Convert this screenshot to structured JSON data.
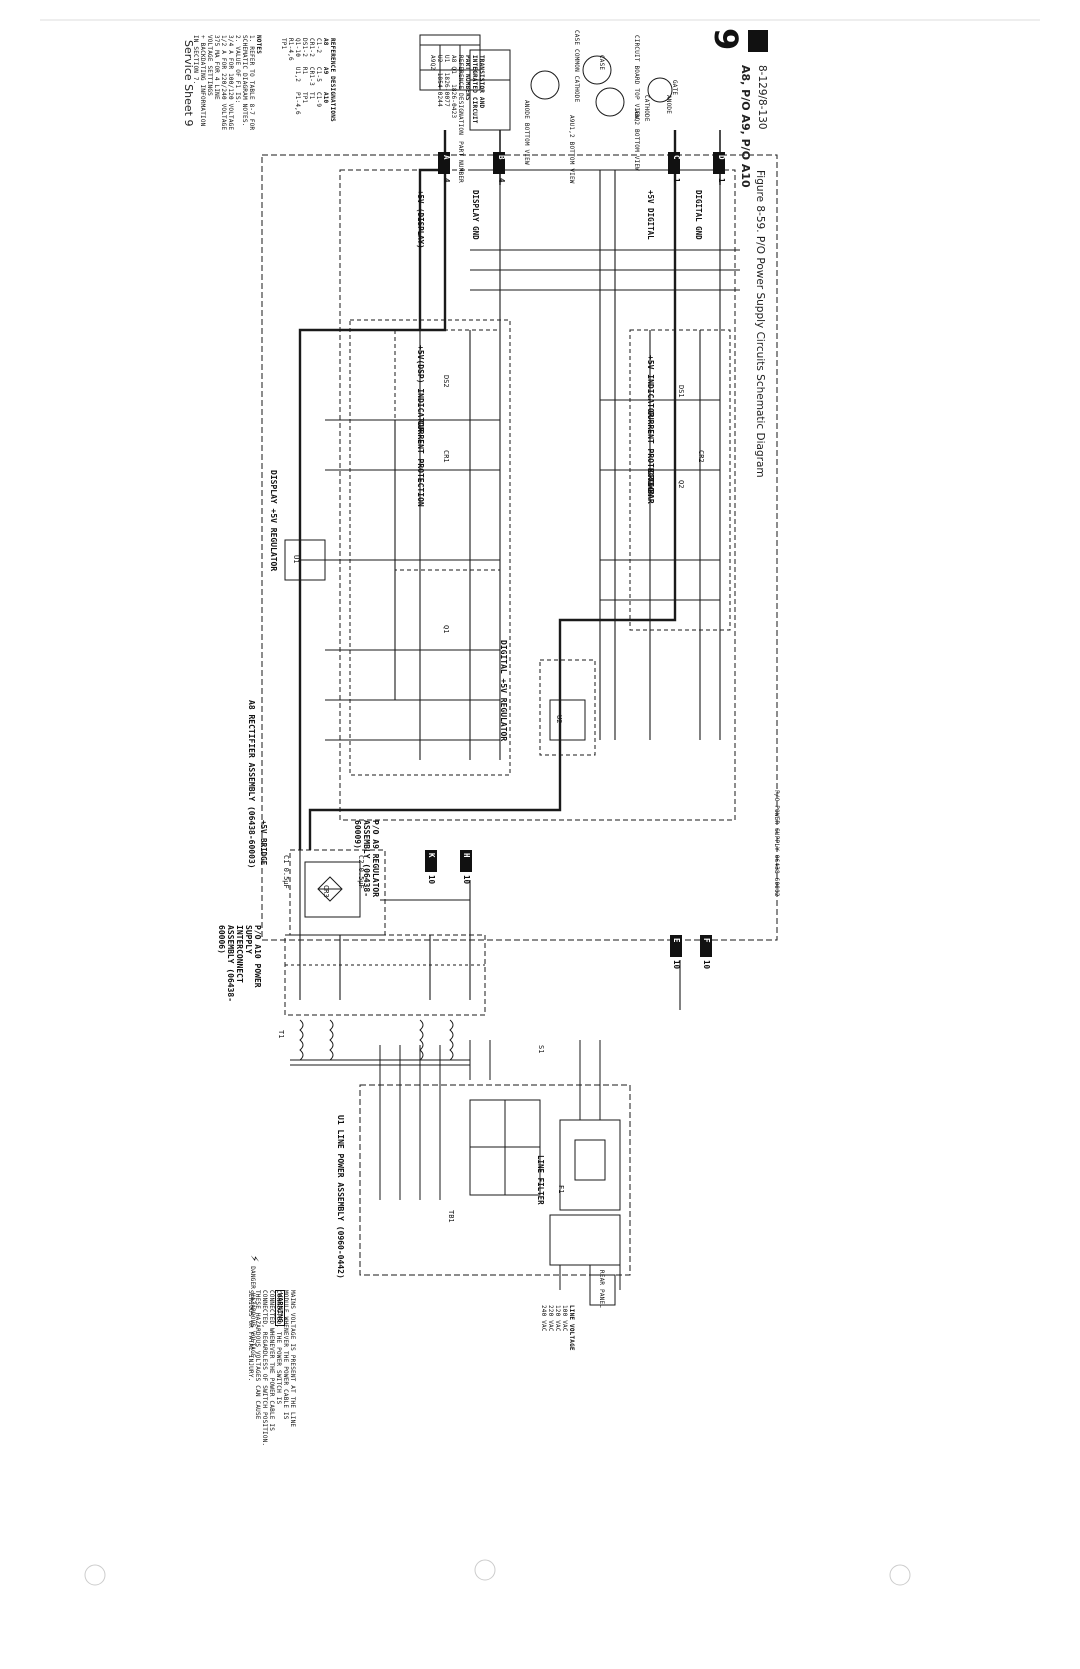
{
  "header": {
    "service_sheet": "Service Sheet 9"
  },
  "footer": {
    "board_title": "A8, P/O A9, P/O A10",
    "figure_caption": "Figure 8-59. P/O Power Supply Circuits Schematic Diagram",
    "figure_number": "8-129/8-130",
    "sheet_number": "9"
  },
  "notes": {
    "title": "NOTES",
    "lines": [
      "1. REFER TO TABLE 8-7 FOR",
      "   SCHEMATIC DIAGRAM NOTES.",
      "2. VALUE OF F1 IS:",
      "   3/4 A FOR 100/120 VOLTAGE",
      "   1/2 A FOR 220/240 VOLTAGE",
      "   375 MA FOR 4 LINE",
      "   VOLTAGE SETTINGS",
      "+ BACKDATING INFORMATION",
      "  IN SECTION 7."
    ]
  },
  "ref_table": {
    "title": "REFERENCE DESIGNATIONS",
    "headers": [
      "A8",
      "A9",
      "A10"
    ],
    "col_a8": [
      "C1-2",
      "CR1-2",
      "DS1-2",
      "Q1-10",
      "R1-4,6",
      "TP1"
    ],
    "col_a9": [
      "C1-5",
      "CR1-3",
      "R1",
      "U1,2"
    ],
    "col_a10": [
      "C1-9",
      "T1",
      "TP1",
      "P1-4,6"
    ]
  },
  "transistor_table": {
    "title": "TRANSISTOR AND INTEGRATED CIRCUIT PART NUMBERS",
    "headers": [
      "REFERENCE DESIGNATION",
      "PART NUMBER"
    ],
    "rows": [
      [
        "A8 Q1",
        "1826-0423"
      ],
      [
        "U1",
        "1826-0077"
      ],
      [
        "U2",
        "1854-0244"
      ],
      [
        "A9Q2",
        ""
      ]
    ]
  },
  "pinouts": {
    "anode_bottom": "ANODE BOTTOM VIEW",
    "case_cathode": "CASE COMMON CATHODE",
    "u1u2": "A9U1,2 BOTTOM VIEW",
    "a8q2": "A8Q2 BOTTOM VIEW",
    "circuit_top": "CIRCUIT BOARD TOP VIEW",
    "gate": "GATE",
    "cathode": "CATHODE",
    "anode": "ANODE",
    "case": "CASE"
  },
  "blocks": {
    "display_reg": "DISPLAY +5V REGULATOR",
    "digital_reg": "DIGITAL +5V REGULATOR",
    "current_prot_1": "CURRENT PROTECTION",
    "current_prot_2": "CURRENT PROTECTION",
    "disp_indicator": "+5V(DSP) INDICATOR",
    "v_indicator": "+5V INDICATOR",
    "crowbar": "CROWBAR",
    "rect_assy": "A8 RECTIFIER ASSEMBLY (06438-60003)",
    "bridge": "+5V BRIDGE",
    "reg_assy": "P/O A9 REGULATOR ASSEMBLY (06438-60009)",
    "interconnect": "P/O A10 POWER SUPPLY INTERCONNECT ASSEMBLY (06438-60006)",
    "line_power": "U1 LINE POWER ASSEMBLY (0960-0442)",
    "line_filter": "LINE FILTER",
    "rear_panel": "REAR PANEL"
  },
  "warning": {
    "danger": "DANGER HAZARDOUS VOLTAGE",
    "title": "WARNING",
    "text": [
      "MAINS VOLTAGE IS PRESENT AT THE LINE",
      "MODULE WHENEVER THE POWER CABLE IS",
      "CONNECTED. THE POWER SWITCH IS",
      "CONNECTED WHENEVER THE POWER CABLE IS",
      "CONNECTED, REGARDLESS OF SWITCH POSITION.",
      "THESE HAZARDOUS VOLTAGES CAN CAUSE",
      "SERIOUS OR FATAL INJURY."
    ]
  },
  "line_voltage": {
    "title": "LINE VOLTAGE",
    "rows": [
      "100 VAC",
      "120 VAC",
      "220 VAC",
      "240 VAC"
    ]
  },
  "connectors": {
    "A": "A",
    "B": "B",
    "C": "C",
    "D": "D",
    "A8": "A8",
    "K": "K",
    "H": "H",
    "E": "E",
    "F": "F",
    "four_a": "4",
    "four_b": "4",
    "one_c": "1",
    "one_d": "1",
    "ten_k": "10",
    "ten_h": "10",
    "ten_e": "10",
    "ten_f": "10"
  },
  "outputs": {
    "disp": "+5V (DISPLAY)",
    "disp_gnd": "DISPLAY GND",
    "dig": "+5V DIGITAL",
    "dig_gnd": "DIGITAL GND"
  },
  "components": {
    "u1": "U1",
    "u2": "U2",
    "cr1": "CR1",
    "cr2": "CR2",
    "cr3": "CR3",
    "ds1": "DS1",
    "ds2": "DS2",
    "q1": "Q1",
    "q2": "Q2",
    "c1": "C1 0.5µF",
    "c2": "C2 0.5µF",
    "t1": "T1",
    "s1": "S1",
    "f1": "F1",
    "tb1": "TB1"
  },
  "border_footnote": "P/O POWER SUPPLY 06438-60002"
}
